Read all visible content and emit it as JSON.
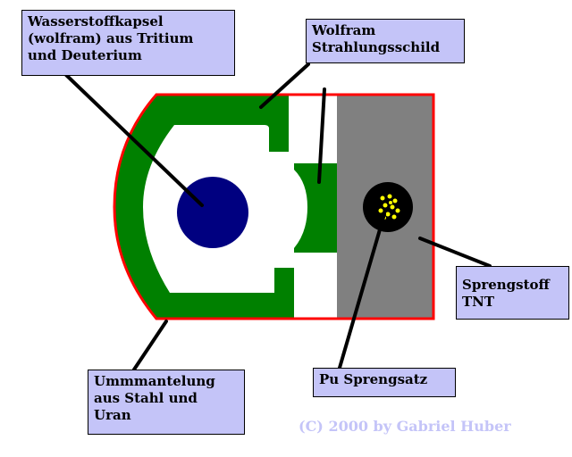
{
  "labels": {
    "capsule": [
      "Wasserstoffkapsel",
      "(wolfram) aus Tritium",
      "und Deuterium"
    ],
    "shield": [
      "Wolfram",
      "Strahlungsschild"
    ],
    "explosive": [
      "Sprengstoff",
      "TNT"
    ],
    "charge": [
      "Pu Sprengsatz"
    ],
    "mantle": [
      "Ummmantelung",
      "aus Stahl und",
      "Uran"
    ]
  },
  "copyright": "(C) 2000 by Gabriel Huber",
  "colors": {
    "casing_outline": "#ff0000",
    "tungsten": "#008000",
    "tnt": "#808080",
    "hydrogen_capsule": "#000080",
    "plutonium": "#000000",
    "plutonium_dots": "#ffff00",
    "label_background": "#c4c4f8"
  }
}
